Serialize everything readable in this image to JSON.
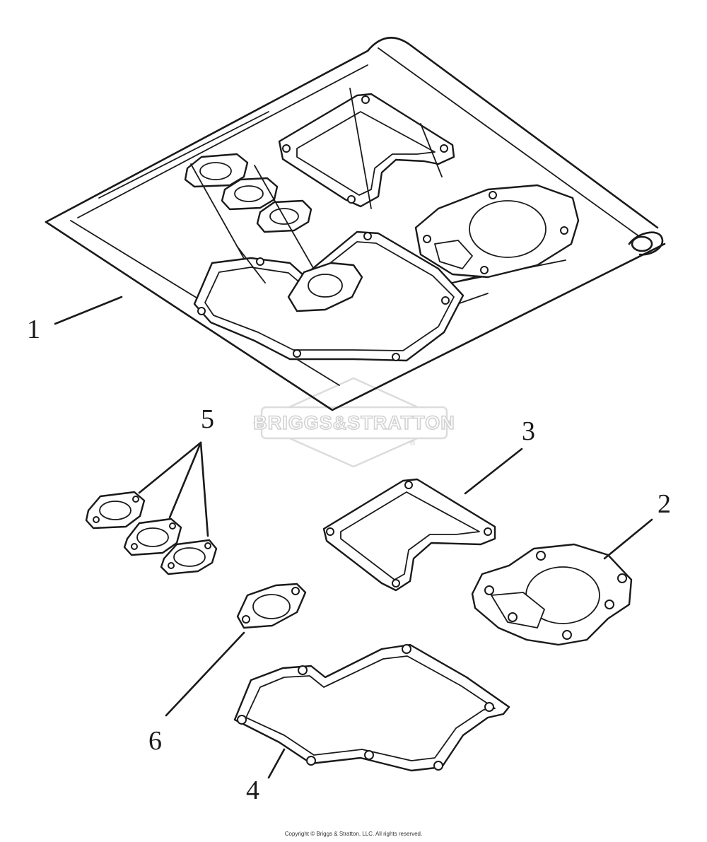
{
  "callouts": {
    "c1": "1",
    "c2": "2",
    "c3": "3",
    "c4": "4",
    "c5": "5",
    "c6": "6"
  },
  "watermark": {
    "text": "BRIGGS&STRATTON",
    "registered": "®"
  },
  "copyright": "Copyright © Briggs & Stratton, LLC. All rights reserved.",
  "colors": {
    "line": "#1a1a1a",
    "background": "#ffffff",
    "watermark": "#d2d2d2"
  }
}
